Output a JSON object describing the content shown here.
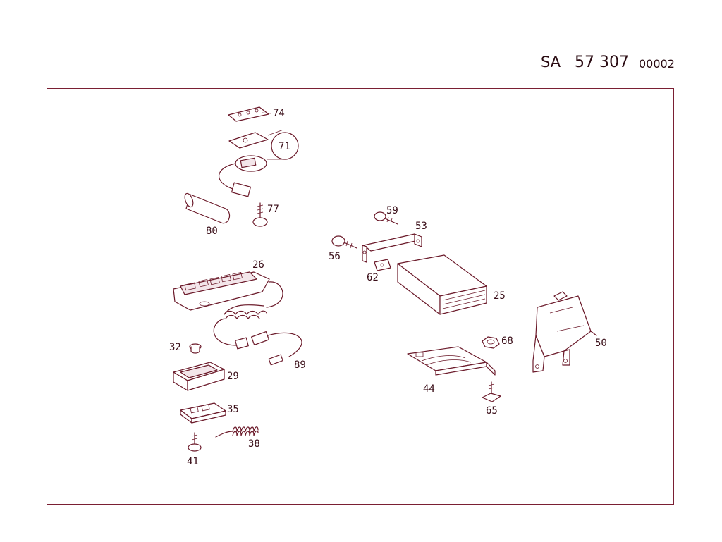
{
  "header": {
    "prefix": "SA",
    "number": "57 307",
    "suffix": "00002"
  },
  "callouts": {
    "p74": "74",
    "p71": "71",
    "p77": "77",
    "p80": "80",
    "p26": "26",
    "p32": "32",
    "p29": "29",
    "p89": "89",
    "p35": "35",
    "p38": "38",
    "p41": "41",
    "p59": "59",
    "p53": "53",
    "p56": "56",
    "p62": "62",
    "p25": "25",
    "p68": "68",
    "p50": "50",
    "p44": "44",
    "p65": "65"
  }
}
